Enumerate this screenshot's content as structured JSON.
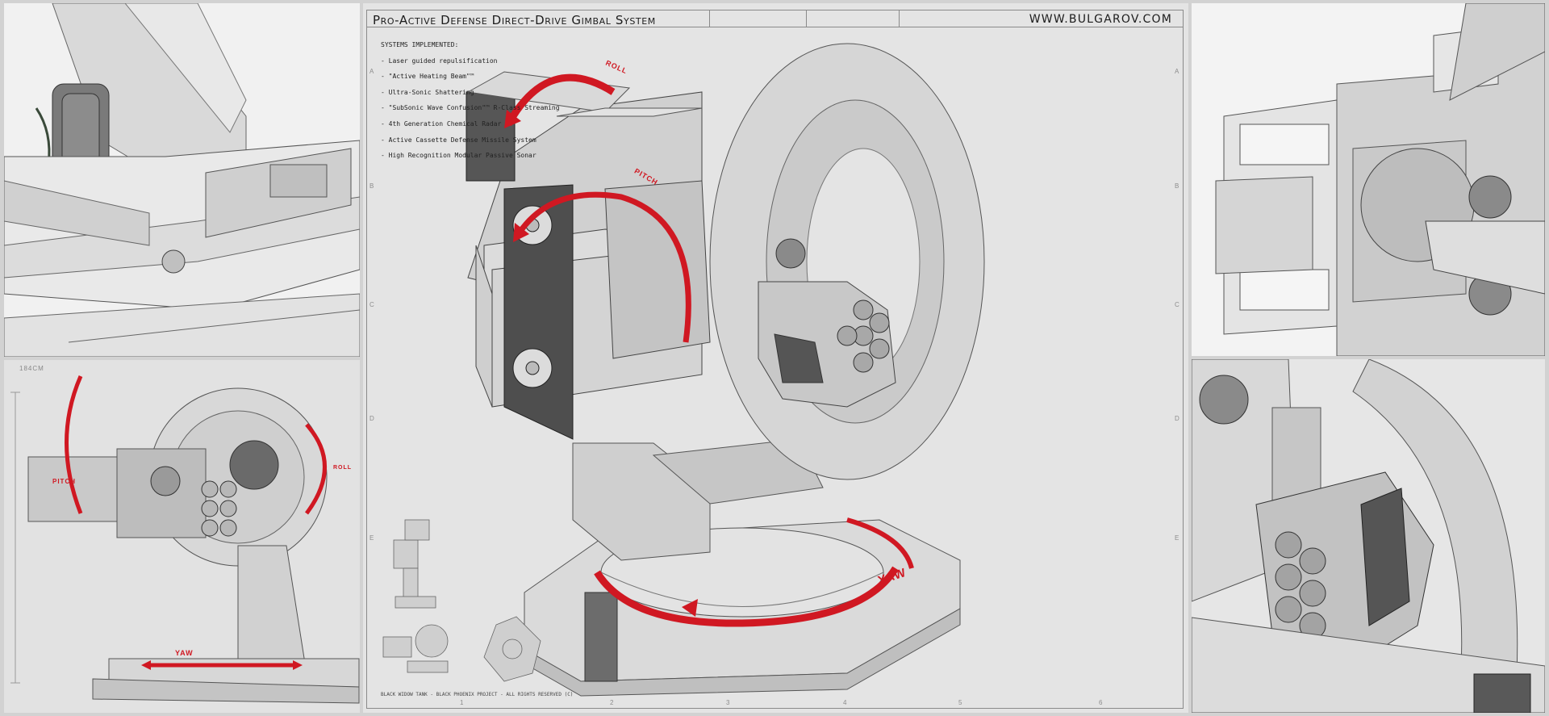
{
  "sheet": {
    "title": "Pro-Active Defense Direct-Drive Gimbal System",
    "url": "WWW.BULGAROV.COM",
    "systems_heading": "SYSTEMS IMPLEMENTED:",
    "systems": [
      "- Laser guided repulsification",
      "- \"Active Heating Beam\"™",
      "- Ultra-Sonic Shattering",
      "- \"SubSonic Wave Confusion\"™ R-Class Streaming",
      "- 4th Generation Chemical Radar",
      "- Active Cassette Defense Missile System",
      "- High Recognition Modular Passive Sonar"
    ],
    "footer": "BLACK WIDOW TANK - BLACK PHOENIX PROJECT - ALL RIGHTS RESERVED (C)",
    "row_letters": [
      "A",
      "B",
      "C",
      "D",
      "E"
    ],
    "col_numbers": [
      "1",
      "2",
      "3",
      "4",
      "5",
      "6"
    ]
  },
  "labels": {
    "roll": "ROLL",
    "pitch": "PITCH",
    "yaw": "YAW",
    "dimension": "184CM"
  },
  "colors": {
    "accent_red": "#d01822",
    "background": "#e4e4e4",
    "linework": "#4a4a4a",
    "dark_metal": "#555555"
  }
}
